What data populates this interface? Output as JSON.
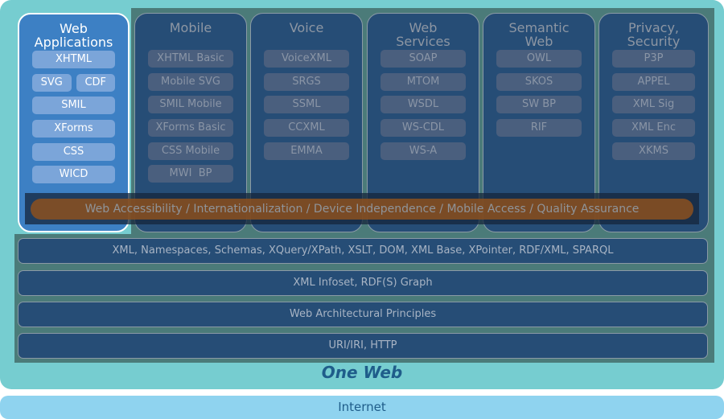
{
  "columns": [
    {
      "title": "Web Applications",
      "items": [
        "XHTML",
        "SVG",
        "CDF",
        "SMIL",
        "XForms",
        "CSS",
        "WICD"
      ]
    },
    {
      "title": "Mobile",
      "items": [
        "XHTML Basic",
        "Mobile SVG",
        "SMIL Mobile",
        "XForms Basic",
        "CSS Mobile",
        "MWI  BP"
      ]
    },
    {
      "title": "Voice",
      "items": [
        "VoiceXML",
        "SRGS",
        "SSML",
        "CCXML",
        "EMMA"
      ]
    },
    {
      "title": "Web Services",
      "items": [
        "SOAP",
        "MTOM",
        "WSDL",
        "WS-CDL",
        "WS-A"
      ]
    },
    {
      "title": "Semantic Web",
      "items": [
        "OWL",
        "SKOS",
        "SW BP",
        "RIF"
      ]
    },
    {
      "title": "Privacy, Security",
      "items": [
        "P3P",
        "APPEL",
        "XML Sig",
        "XML Enc",
        "XKMS"
      ]
    }
  ],
  "cross_cutting": "Web Accessibility / Internationalization / Device Independence / Mobile Access / Quality Assurance",
  "layers": [
    "XML, Namespaces, Schemas, XQuery/XPath, XSLT, DOM, XML Base, XPointer, RDF/XML, SPARQL",
    "XML Infoset, RDF(S) Graph",
    "Web Architectural Principles",
    "URI/IRI, HTTP"
  ],
  "one_web": "One Web",
  "internet": "Internet"
}
